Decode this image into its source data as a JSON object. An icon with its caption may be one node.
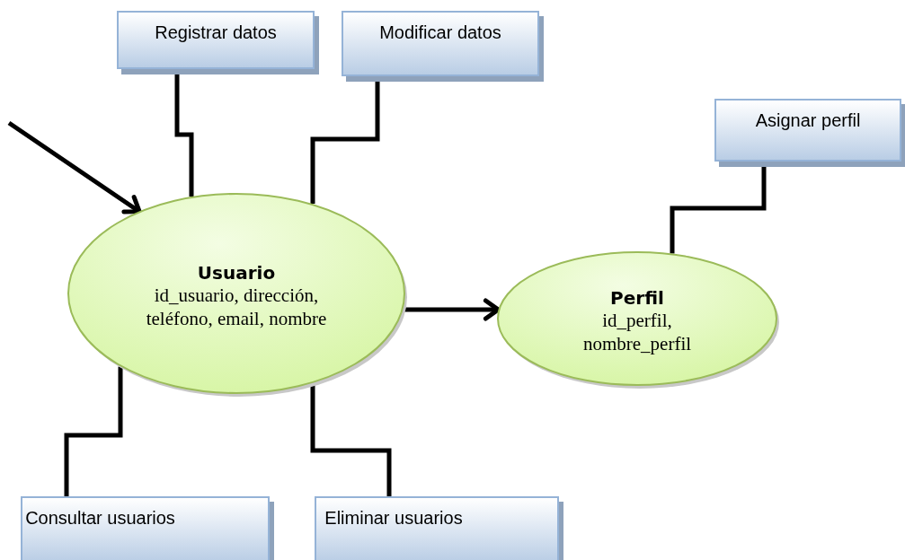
{
  "diagram": {
    "nodes": [
      {
        "text": [
          "Registrar datos"
        ]
      },
      {
        "text": [
          "Modificar datos"
        ]
      },
      {
        "text": [
          "Asignar perfil"
        ]
      },
      {
        "text": [
          "Usuario",
          "id_usuario, dirección, teléfono, email, nombre"
        ]
      },
      {
        "text": [
          "Perfil",
          "id_perfil, nombre_perfil"
        ]
      },
      {
        "text": [
          "Consultar usuarios"
        ]
      },
      {
        "text": [
          "Eliminar usuarios"
        ]
      }
    ],
    "edges": [
      {
        "from": null,
        "to": 3,
        "arrow": "to"
      },
      {
        "from": 0,
        "to": 3,
        "arrow": "none"
      },
      {
        "from": 1,
        "to": 3,
        "arrow": "none"
      },
      {
        "from": 2,
        "to": 4,
        "arrow": "none"
      },
      {
        "from": 3,
        "to": 4,
        "arrow": "to"
      },
      {
        "from": 3,
        "to": 5,
        "arrow": "none"
      },
      {
        "from": 3,
        "to": 6,
        "arrow": "none"
      }
    ]
  }
}
